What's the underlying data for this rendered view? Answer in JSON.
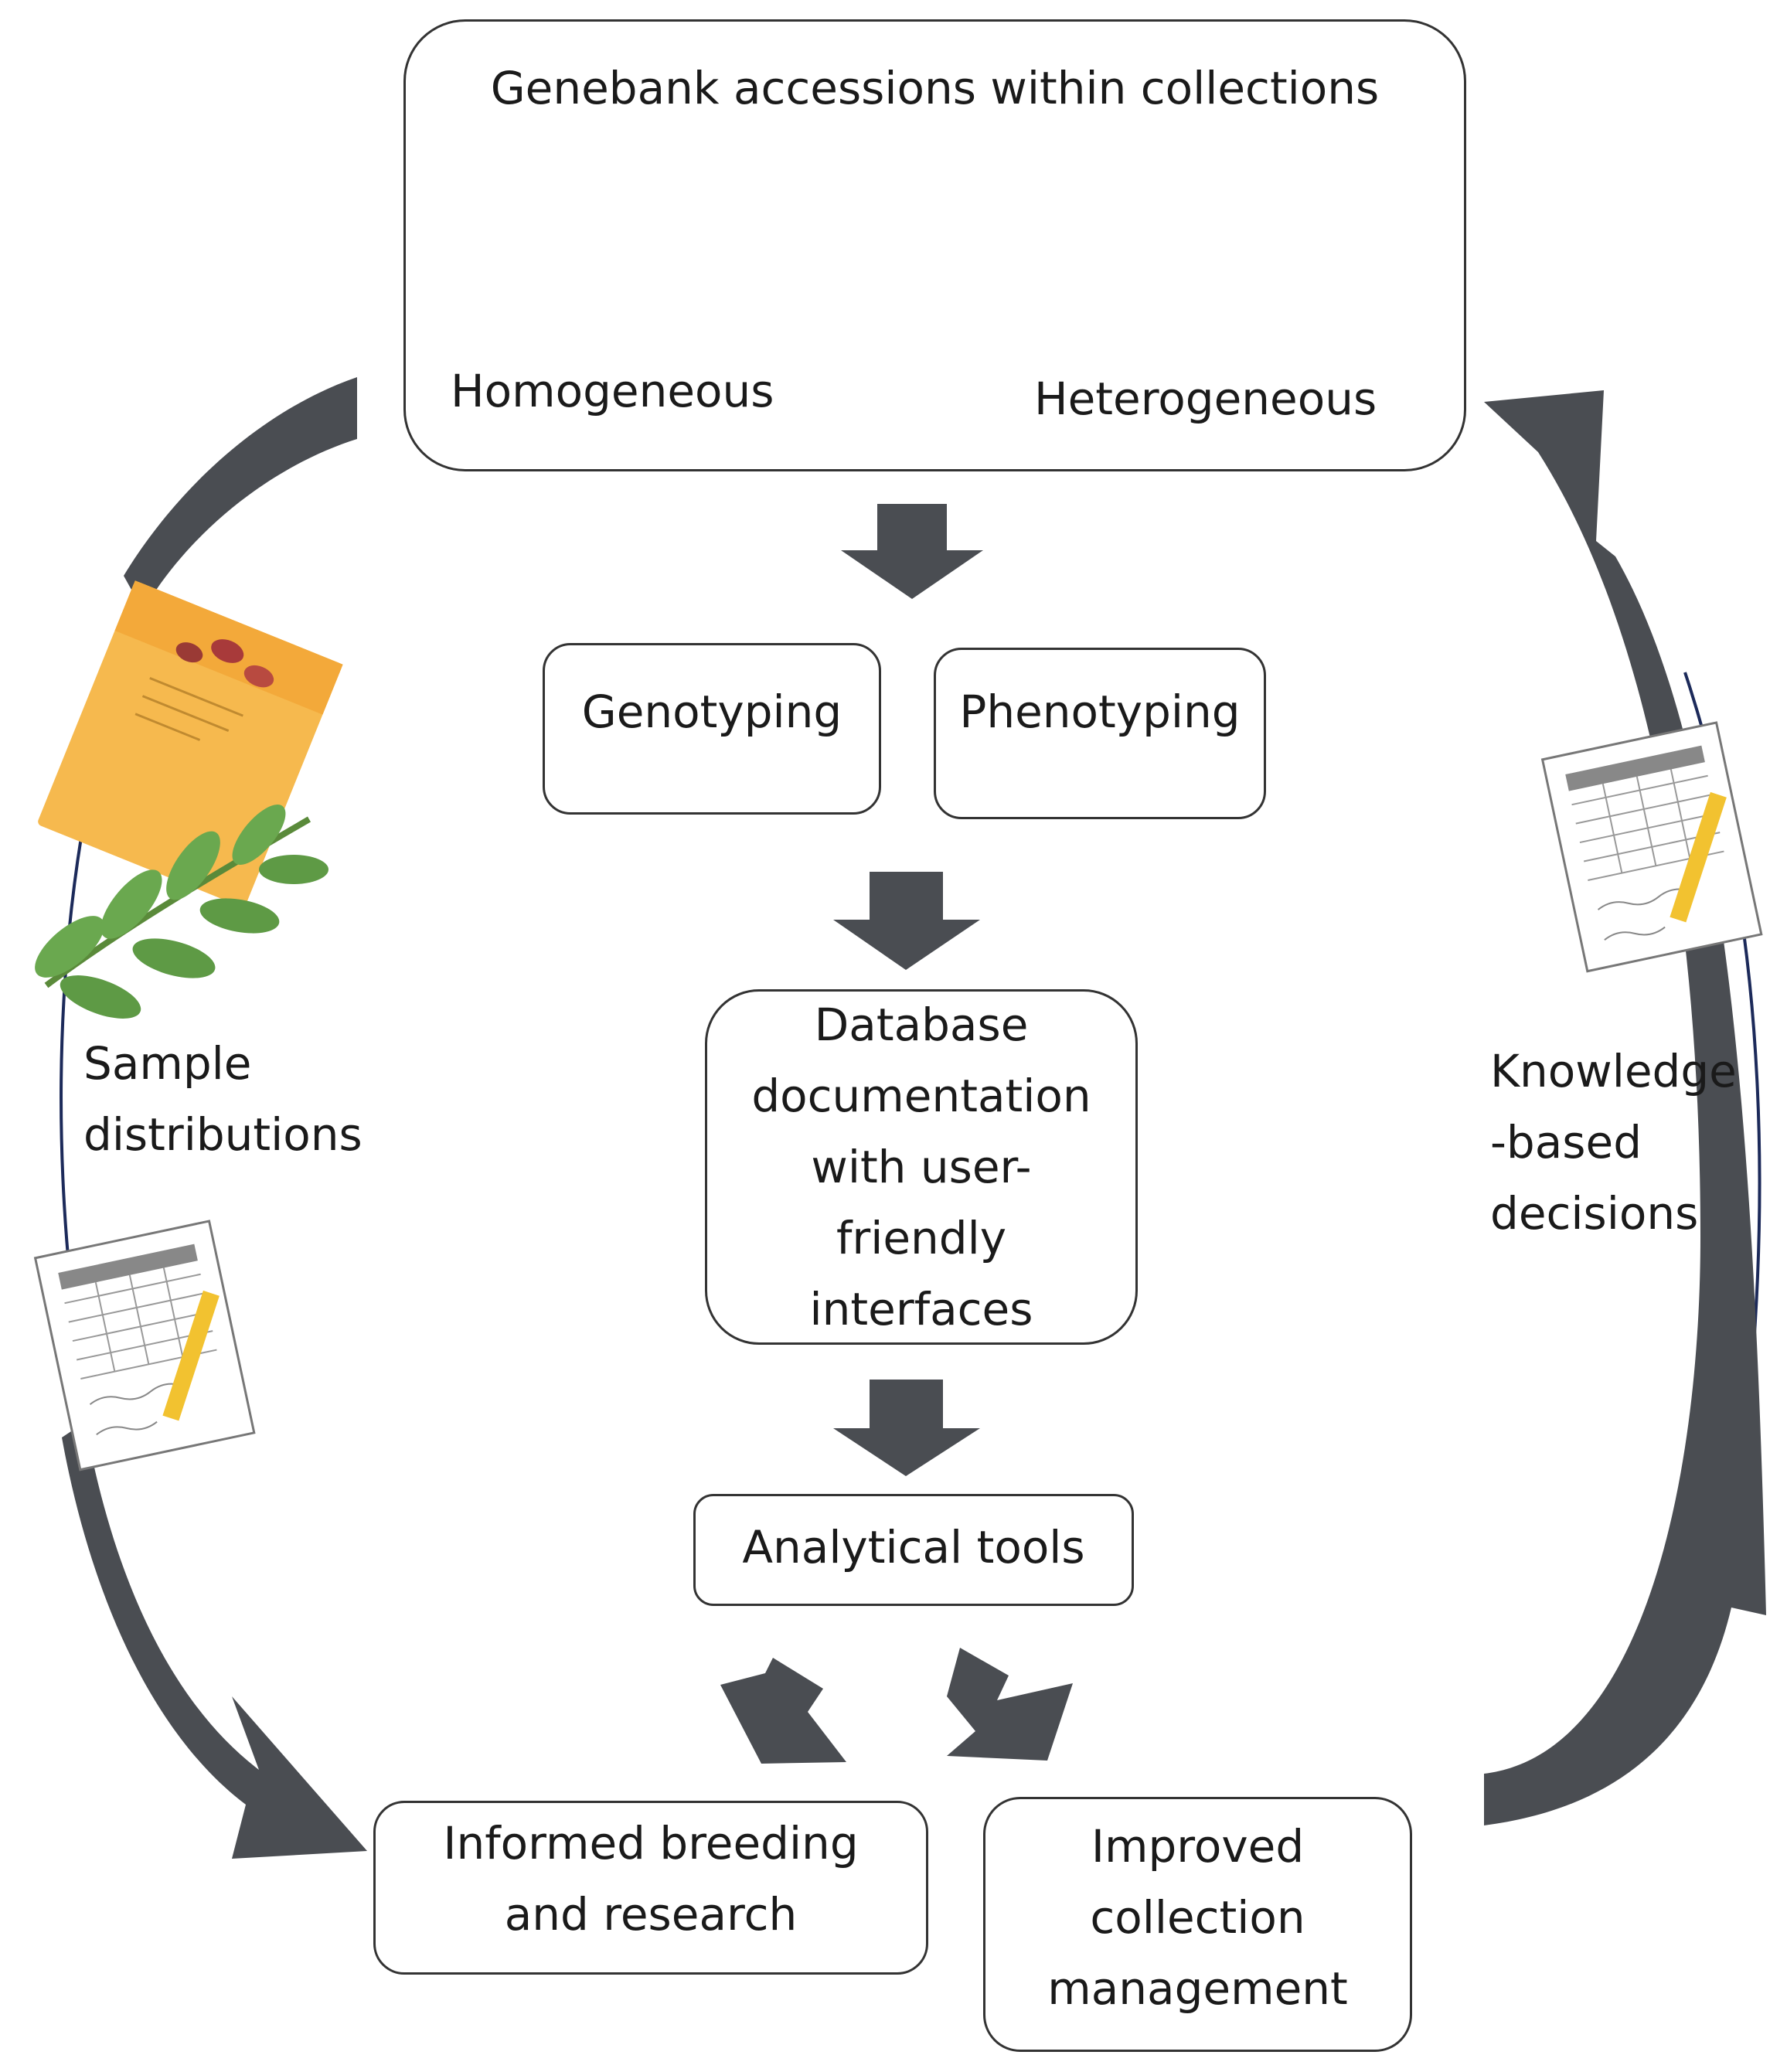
{
  "top_box": {
    "title": "Genebank accessions within collections",
    "left_label": "Homogeneous",
    "right_label": "Heterogeneous"
  },
  "genotyping": {
    "label": "Genotyping"
  },
  "phenotyping": {
    "label": "Phenotyping"
  },
  "database": {
    "label": "Database\ndocumentation\nwith user-\nfriendly\ninterfaces"
  },
  "analytical": {
    "label": "Analytical tools"
  },
  "breeding": {
    "label": "Informed breeding\nand research"
  },
  "management": {
    "label": "Improved\ncollection\nmanagement"
  },
  "left_cycle": {
    "label": "Sample\ndistributions"
  },
  "right_cycle": {
    "label": "Knowledge\n-based\ndecisions"
  },
  "icons": [
    "apple-icon",
    "beans-icon",
    "seed-packet-icon",
    "leaf-branch-icon",
    "notepad-pencil-icon"
  ],
  "colors": {
    "arrow": "#4a4d52",
    "border": "#333333",
    "apple": "#d42a22",
    "packet": "#f6b94e",
    "leaf": "#6aa84f"
  }
}
